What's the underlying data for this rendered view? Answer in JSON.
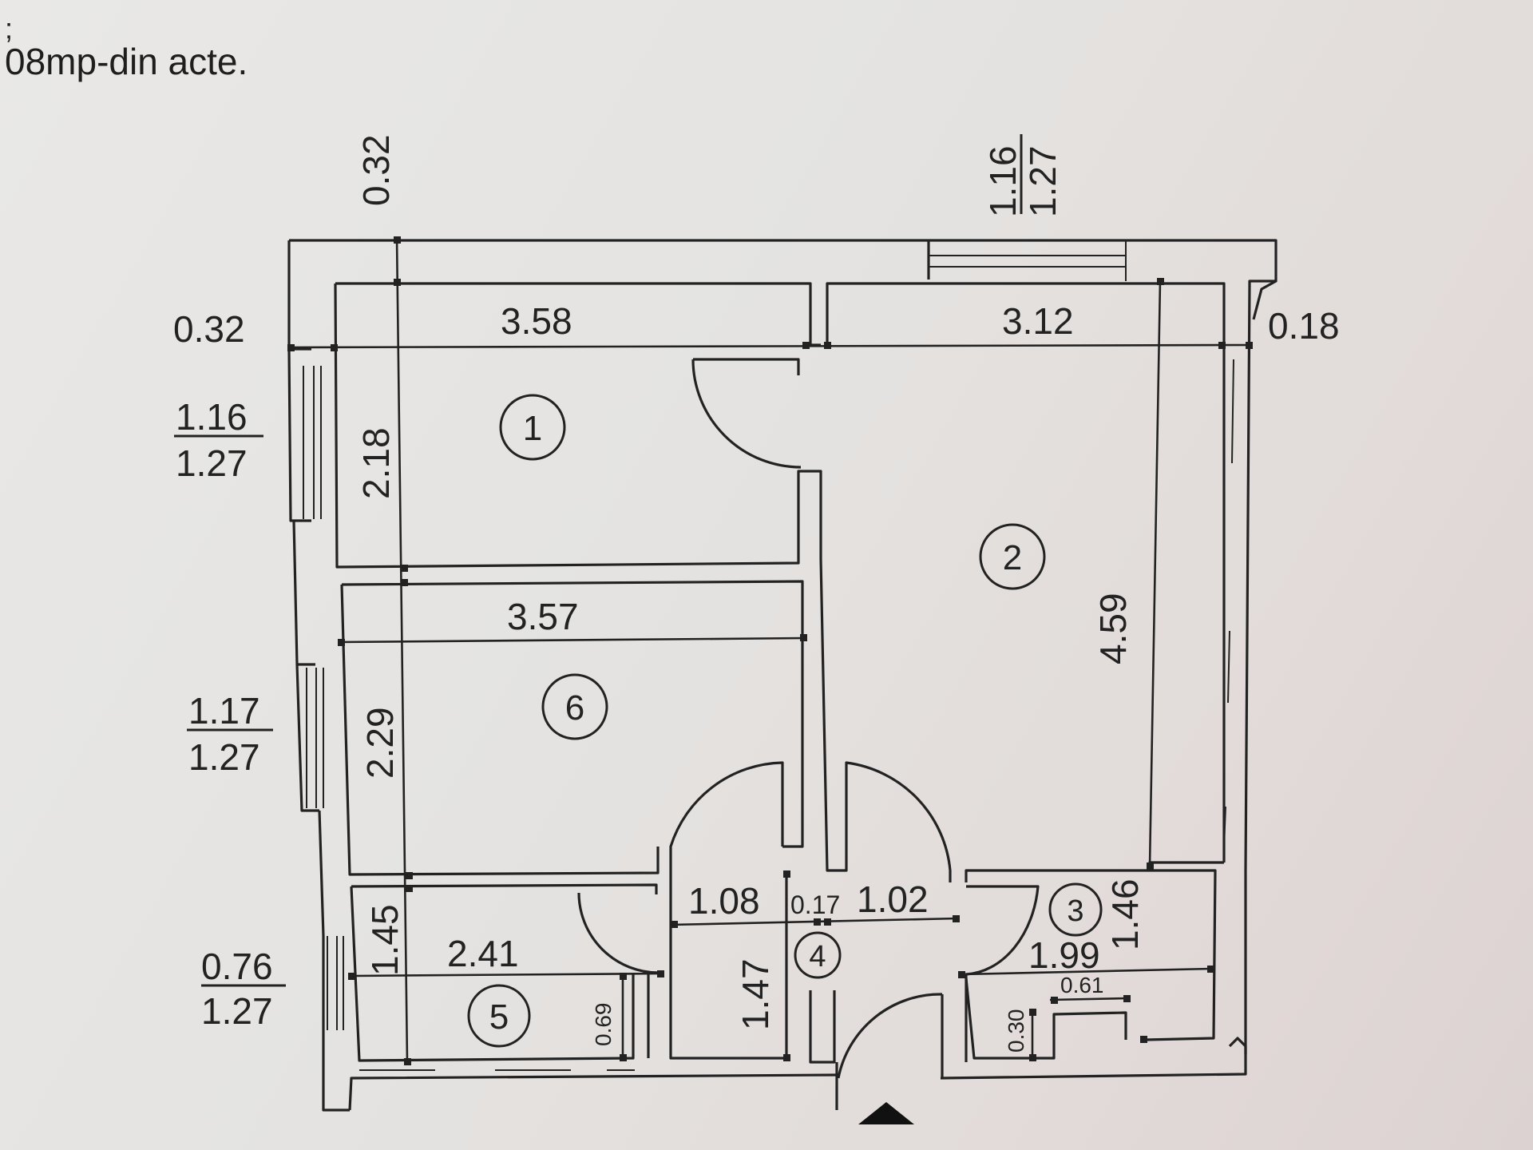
{
  "header": {
    "line1": ";",
    "line2": "08mp-din acte."
  },
  "rooms": [
    {
      "id": "1",
      "width": "3.58",
      "height": "2.18"
    },
    {
      "id": "2",
      "width": "3.12",
      "height": "4.59"
    },
    {
      "id": "3",
      "width": "1.99",
      "height": "1.46"
    },
    {
      "id": "4",
      "width_left": "1.08",
      "wall": "0.17",
      "width_right": "1.02",
      "height": "1.47"
    },
    {
      "id": "5",
      "width": "2.41",
      "height": "1.45",
      "sub_height": "0.69"
    },
    {
      "id": "6",
      "width": "3.57",
      "height": "2.29"
    }
  ],
  "walls": {
    "top_left": "0.32",
    "left_outer": "0.32",
    "right_outer": "0.18"
  },
  "windows": {
    "top_right": {
      "width": "1.16",
      "height": "1.27"
    },
    "left_room1": {
      "width": "1.16",
      "height": "1.27"
    },
    "left_room6": {
      "width": "1.17",
      "height": "1.27"
    },
    "left_room5": {
      "width": "0.76",
      "height": "1.27"
    }
  },
  "details": {
    "shaft_w": "0.61",
    "shaft_h": "0.30"
  },
  "entrance_icon": "entrance-arrow-icon"
}
